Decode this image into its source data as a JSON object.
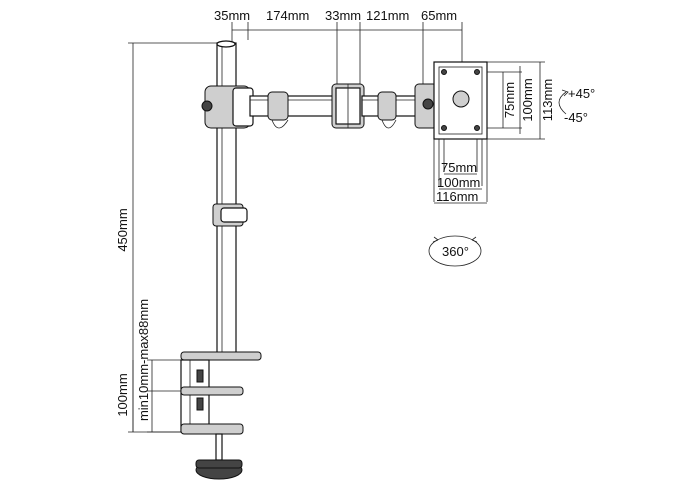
{
  "diagram": {
    "top_dimensions": [
      "35mm",
      "174mm",
      "33mm",
      "121mm",
      "65mm"
    ],
    "height_label": "450mm",
    "clamp_height_label": "100mm",
    "clamp_range_label": "min10mm-max88mm",
    "vesa_vertical": [
      "75mm",
      "100mm",
      "113mm"
    ],
    "vesa_horizontal": [
      "75mm",
      "100mm",
      "116mm"
    ],
    "tilt_up": "+45°",
    "tilt_down": "-45°",
    "rotation": "360°"
  }
}
